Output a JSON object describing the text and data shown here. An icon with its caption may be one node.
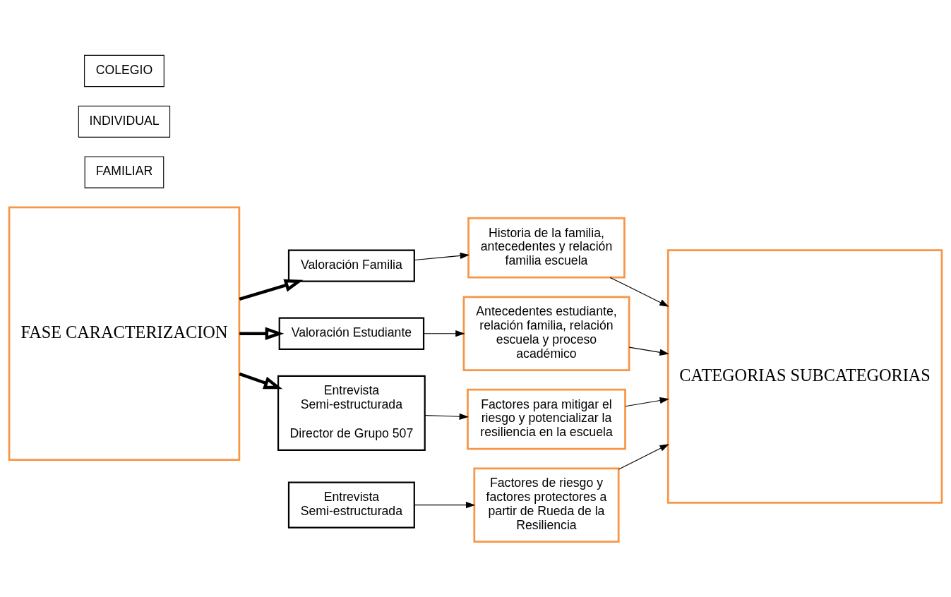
{
  "diagram": {
    "nodes": [
      {
        "text": [
          "FASE CARACTERIZACION"
        ]
      },
      {
        "text": [
          "FAMILIAR"
        ]
      },
      {
        "text": [
          "Valoración Familia"
        ]
      },
      {
        "text": [
          "Historia de la familia, antecedentes y relación familia escuela"
        ]
      },
      {
        "text": [
          "Valoración Estudiante"
        ]
      },
      {
        "text": [
          "Antecedentes estudiante, relación familia, relación escuela y proceso académico"
        ]
      },
      {
        "text": [
          "INDIVIDUAL"
        ]
      },
      {
        "text": [
          "Entrevista Semi-estructurada"
        ]
      },
      {
        "text": [
          "Factores de riesgo y factores protectores a partir de Rueda de la Resiliencia"
        ]
      },
      {
        "text": [
          "COLEGIO"
        ]
      },
      {
        "text": [
          "Entrevista Semi-estructurada",
          "Director de Grupo 507"
        ]
      },
      {
        "text": [
          "Factores para mitigar el riesgo y potencializar la resiliencia en la escuela"
        ]
      },
      {
        "text": [
          "CATEGORIAS SUBCATEGORIAS"
        ]
      }
    ],
    "edges": [
      {
        "from": 0,
        "to": 2,
        "arrow": "to",
        "style": "thick"
      },
      {
        "from": 2,
        "to": 3,
        "arrow": "to"
      },
      {
        "from": 3,
        "to": 12,
        "arrow": "to"
      },
      {
        "from": 0,
        "to": 4,
        "arrow": "to",
        "style": "thick"
      },
      {
        "from": 4,
        "to": 5,
        "arrow": "to"
      },
      {
        "from": 5,
        "to": 12,
        "arrow": "to"
      },
      {
        "from": 7,
        "to": 8,
        "arrow": "to"
      },
      {
        "from": 8,
        "to": 12,
        "arrow": "to"
      },
      {
        "from": 0,
        "to": 10,
        "arrow": "to",
        "style": "thick"
      },
      {
        "from": 10,
        "to": 11,
        "arrow": "to"
      },
      {
        "from": 11,
        "to": 12,
        "arrow": "to"
      }
    ]
  }
}
